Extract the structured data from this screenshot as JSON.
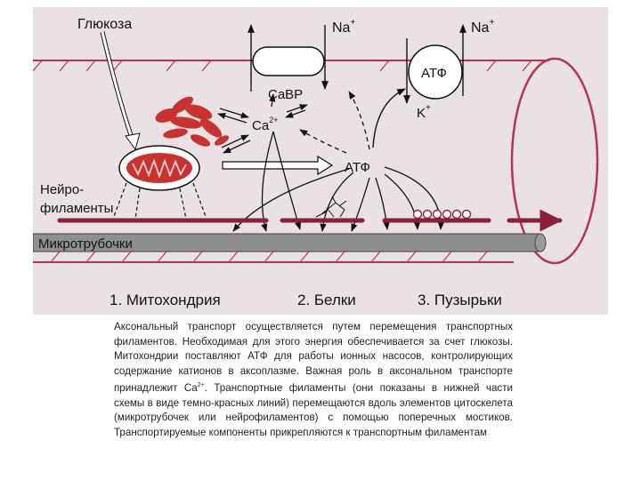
{
  "labels": {
    "glucose": "Глюкоза",
    "na_left": "Na",
    "na_right": "Na",
    "ion_plus": "+",
    "cabp": "CaBP",
    "ca": "Ca",
    "ca_charge": "2+",
    "atp_pump": "АТФ",
    "k": "K",
    "atp_center": "АТФ",
    "neurofilaments_line1": "Нейро-",
    "neurofilaments_line2": "филаменты",
    "microtubules": "Микротрубочки",
    "legend_mitochondria": "1. Митохондрия",
    "legend_proteins": "2. Белки",
    "legend_vesicles": "3. Пузырьки"
  },
  "caption": {
    "part1": "Аксональный транспорт осуществляется путем перемещения транспортных филаментов. Необходимая для этого энергия обеспечивается за счет глюкозы. Митохондрии поставляют АТФ для работы ионных насосов, контролирующих содержание катионов в аксоплазме. Важная роль в аксональном транспорте принадлежит Ca",
    "superscript": "2+",
    "part2": ". Транспортные филаменты (они показаны в нижней части схемы в виде темно-красных линий) перемещаются вдоль элементов цитоскелета (микротрубочек или нейрофиламентов) с помощью поперечных мостиков. Транспортируемые компоненты прикрепляются к транспортным филаментам"
  },
  "colors": {
    "background": "#e9e1e4",
    "axon_outline": "#b63355",
    "mitochondria": "#c8322f",
    "filament": "#8c1f3a",
    "microtubule": "#8f8f8f"
  }
}
